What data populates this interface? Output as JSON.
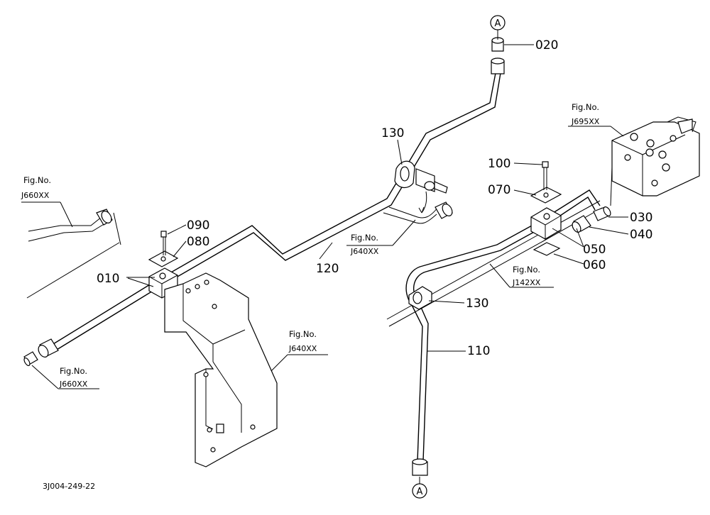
{
  "callout_circles": [
    {
      "letter": "A"
    },
    {
      "letter": "A"
    }
  ],
  "part_numbers": {
    "p010": "010",
    "p020": "020",
    "p030": "030",
    "p040": "040",
    "p050": "050",
    "p060": "060",
    "p070": "070",
    "p080": "080",
    "p090": "090",
    "p100": "100",
    "p110": "110",
    "p120": "120",
    "p130a": "130",
    "p130b": "130"
  },
  "figure_refs": [
    {
      "caption": "Fig.No.",
      "code": "J660XX"
    },
    {
      "caption": "Fig.No.",
      "code": "J660XX"
    },
    {
      "caption": "Fig.No.",
      "code": "J640XX"
    },
    {
      "caption": "Fig.No.",
      "code": "J640XX"
    },
    {
      "caption": "Fig.No.",
      "code": "J142XX"
    },
    {
      "caption": "Fig.No.",
      "code": "J695XX"
    }
  ],
  "drawing_code": "3J004-249-22"
}
